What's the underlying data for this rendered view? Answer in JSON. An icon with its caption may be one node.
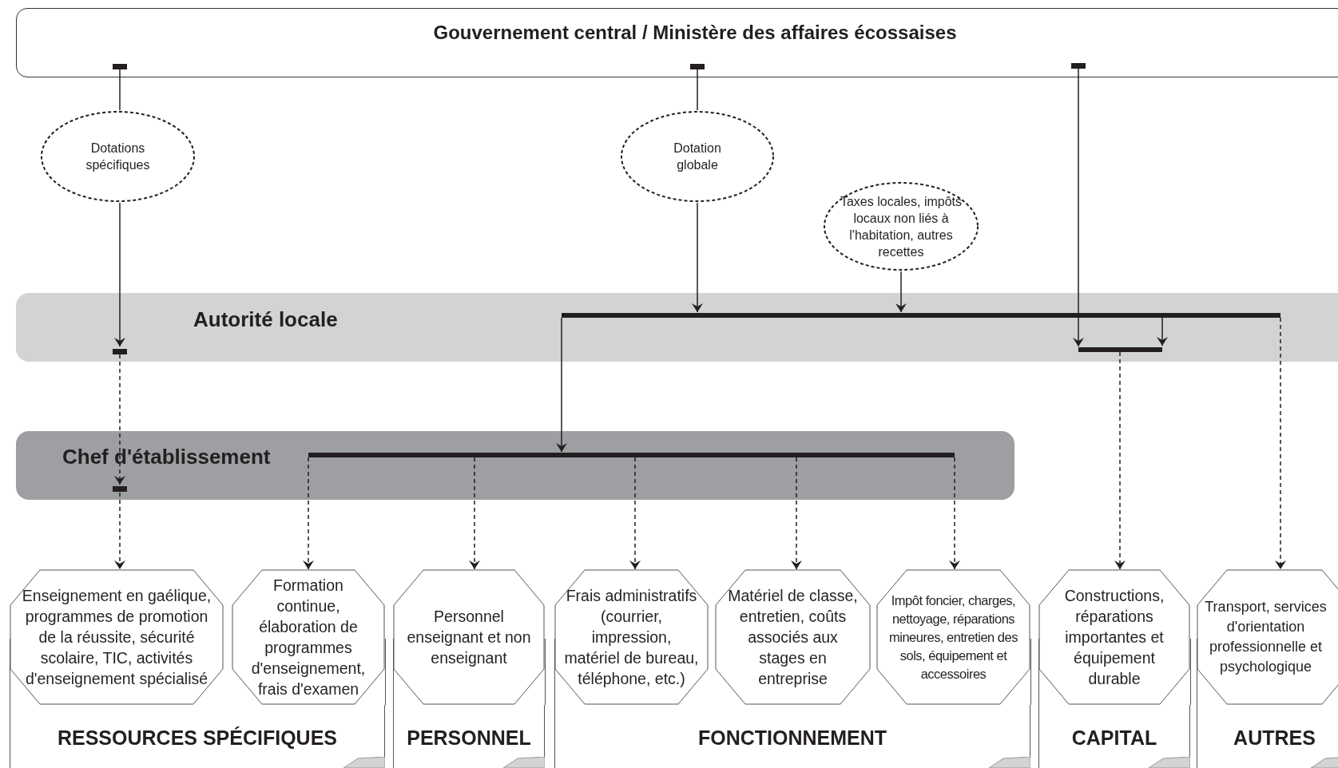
{
  "diagram": {
    "nodes": [
      {
        "text": [
          "Gouvernement central / Ministère des affaires écossaises"
        ]
      },
      {
        "text": [
          "Dotations spécifiques"
        ]
      },
      {
        "text": [
          "Dotation globale"
        ]
      },
      {
        "text": [
          "Taxes locales, impôts locaux non liés à l'habitation, autres recettes"
        ]
      },
      {
        "text": [
          "Autorité locale"
        ]
      },
      {
        "text": [
          "Chef d'établissement"
        ]
      },
      {
        "text": [
          "Enseignement en gaélique, programmes de promotion de la réussite, sécurité scolaire, TIC, activités d'enseignement spécialisé"
        ]
      },
      {
        "text": [
          "Formation continue, élaboration de programmes d'enseignement, frais d'examen"
        ]
      },
      {
        "text": [
          "Personnel enseignant et non enseignant"
        ]
      },
      {
        "text": [
          "Frais administratifs (courrier, impression, matériel de bureau, téléphone, etc.)"
        ]
      },
      {
        "text": [
          "Matériel de classe, entretien, coûts associés aux stages en entreprise"
        ]
      },
      {
        "text": [
          "Impôt foncier, charges, nettoyage, réparations mineures, entretien des sols, équipement et accessoires"
        ]
      },
      {
        "text": [
          "Constructions, réparations importantes et équipement durable"
        ]
      },
      {
        "text": [
          "Transport, services d'orientation professionnelle et psychologique"
        ]
      },
      {
        "text": [
          "RESSOURCES SPÉCIFIQUES"
        ]
      },
      {
        "text": [
          "PERSONNEL"
        ]
      },
      {
        "text": [
          "FONCTIONNEMENT"
        ]
      },
      {
        "text": [
          "CAPITAL"
        ]
      },
      {
        "text": [
          "AUTRES"
        ]
      }
    ],
    "edges": [
      {
        "from": 0,
        "to": 1,
        "arrow": "other"
      },
      {
        "from": 1,
        "to": 4,
        "arrow": "to"
      },
      {
        "from": 0,
        "to": 2,
        "arrow": "other"
      },
      {
        "from": 2,
        "to": 4,
        "arrow": "to"
      },
      {
        "from": 3,
        "to": 4,
        "arrow": "to"
      },
      {
        "from": 0,
        "to": 4,
        "arrow": "to"
      },
      {
        "from": 4,
        "to": 5,
        "arrow": "to"
      },
      {
        "from": 4,
        "to": 5,
        "arrow": "to",
        "style": "dashed"
      },
      {
        "from": 5,
        "to": 6,
        "arrow": "to",
        "style": "dashed"
      },
      {
        "from": 5,
        "to": 7,
        "arrow": "to",
        "style": "dashed"
      },
      {
        "from": 5,
        "to": 8,
        "arrow": "to",
        "style": "dashed"
      },
      {
        "from": 5,
        "to": 9,
        "arrow": "to",
        "style": "dashed"
      },
      {
        "from": 5,
        "to": 10,
        "arrow": "to",
        "style": "dashed"
      },
      {
        "from": 5,
        "to": 11,
        "arrow": "to",
        "style": "dashed"
      },
      {
        "from": 4,
        "to": 12,
        "arrow": "to",
        "style": "dashed"
      },
      {
        "from": 4,
        "to": 13,
        "arrow": "to",
        "style": "dashed"
      }
    ]
  }
}
